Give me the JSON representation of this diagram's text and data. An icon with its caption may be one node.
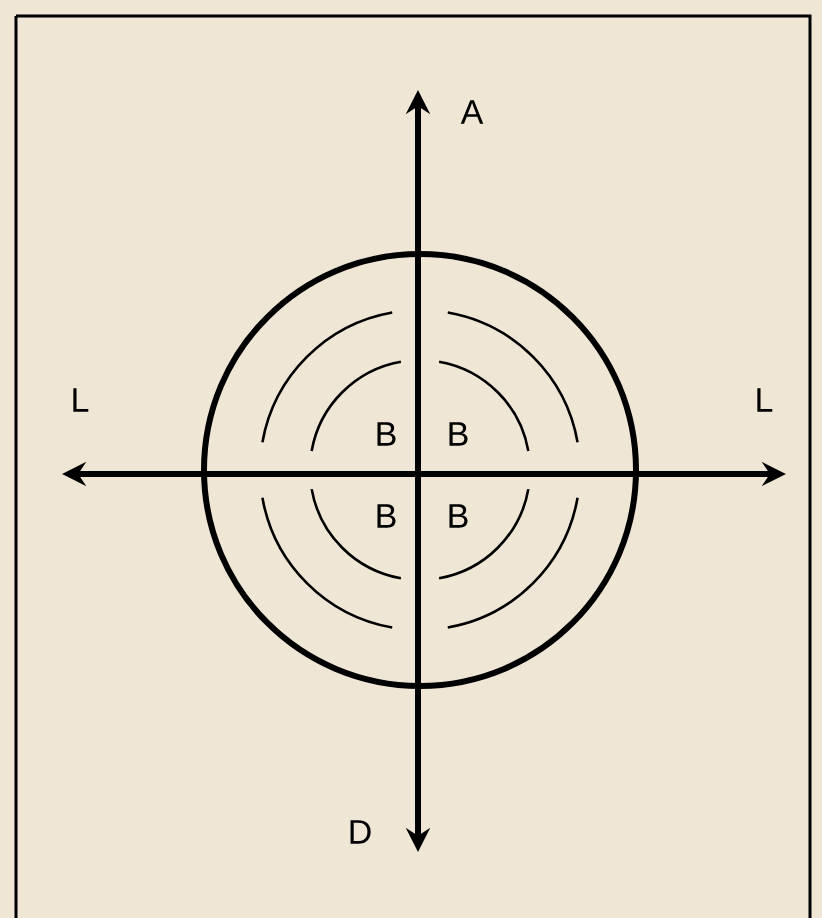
{
  "diagram": {
    "labels": [
      "A",
      "L",
      "L",
      "B",
      "B",
      "B",
      "B",
      "D"
    ]
  }
}
